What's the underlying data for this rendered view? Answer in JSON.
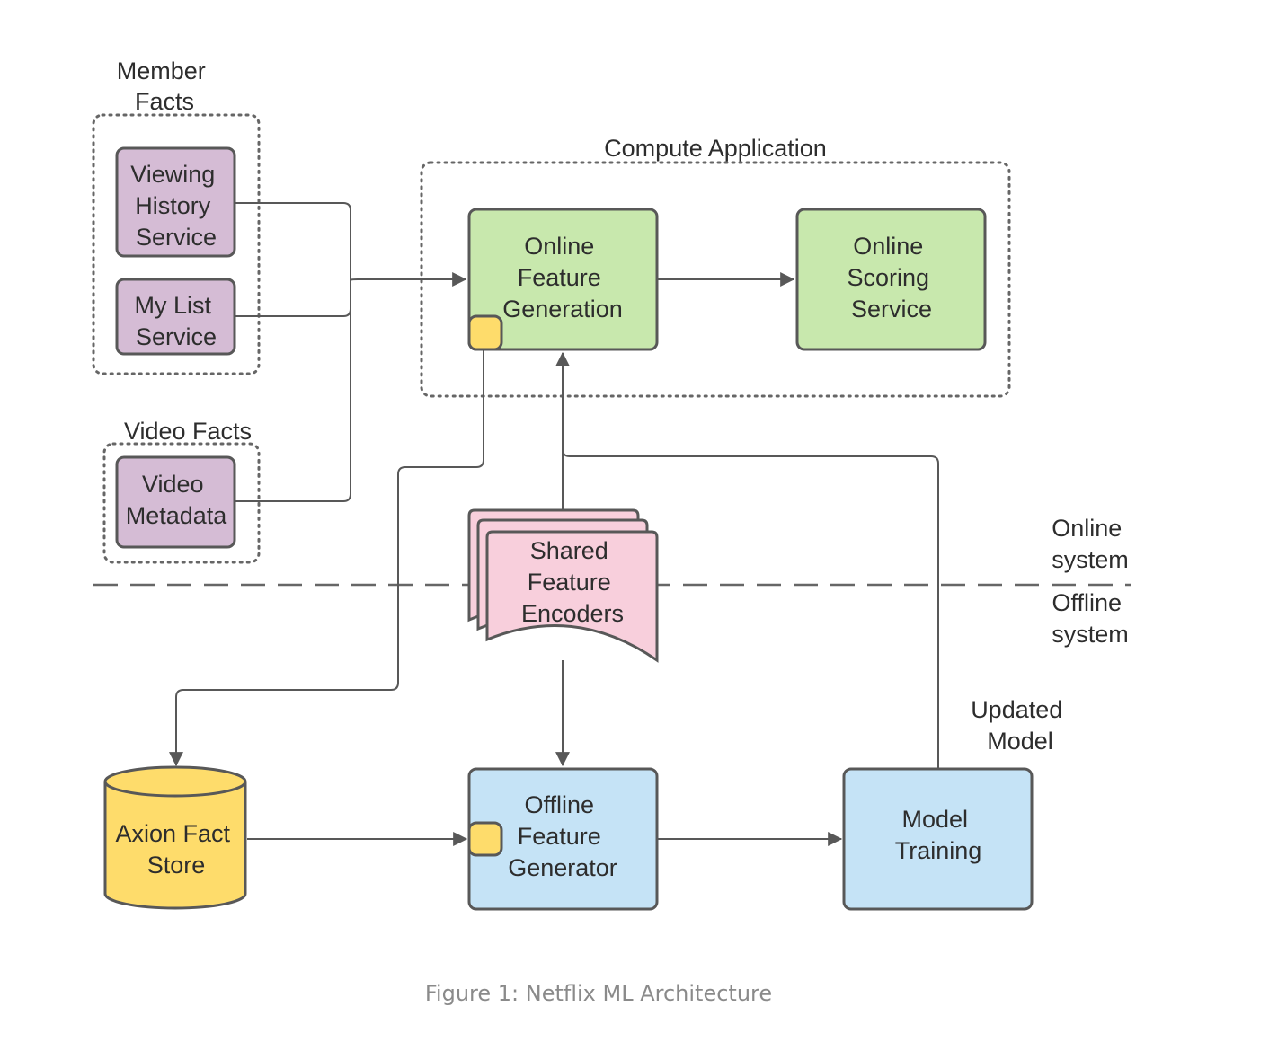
{
  "groups": {
    "member_facts": {
      "label_lines": [
        "Member",
        "Facts"
      ]
    },
    "video_facts": {
      "label_lines": [
        "Video Facts"
      ]
    },
    "compute_app": {
      "label_lines": [
        "Compute Application"
      ]
    }
  },
  "nodes": {
    "viewing_history": {
      "label_lines": [
        "Viewing",
        "History",
        "Service"
      ]
    },
    "my_list": {
      "label_lines": [
        "My List",
        "Service"
      ]
    },
    "video_metadata": {
      "label_lines": [
        "Video",
        "Metadata"
      ]
    },
    "online_feature_gen": {
      "label_lines": [
        "Online",
        "Feature",
        "Generation"
      ]
    },
    "online_scoring": {
      "label_lines": [
        "Online",
        "Scoring",
        "Service"
      ]
    },
    "shared_encoders": {
      "label_lines": [
        "Shared",
        "Feature",
        "Encoders"
      ]
    },
    "axion_store": {
      "label_lines": [
        "Axion Fact",
        "Store"
      ]
    },
    "offline_feature_gen": {
      "label_lines": [
        "Offline",
        "Feature",
        "Generator"
      ]
    },
    "model_training": {
      "label_lines": [
        "Model",
        "Training"
      ]
    }
  },
  "annotations": {
    "online_system": [
      "Online",
      "system"
    ],
    "offline_system": [
      "Offline",
      "system"
    ],
    "updated_model": [
      "Updated",
      "Model"
    ]
  },
  "caption": "Figure 1: Netflix ML Architecture",
  "colors": {
    "purple": "#d5bcd5",
    "green": "#c8e8ad",
    "pink": "#f8cfdc",
    "blue": "#c5e3f6",
    "yellow": "#fedc6b",
    "stroke": "#585858"
  }
}
